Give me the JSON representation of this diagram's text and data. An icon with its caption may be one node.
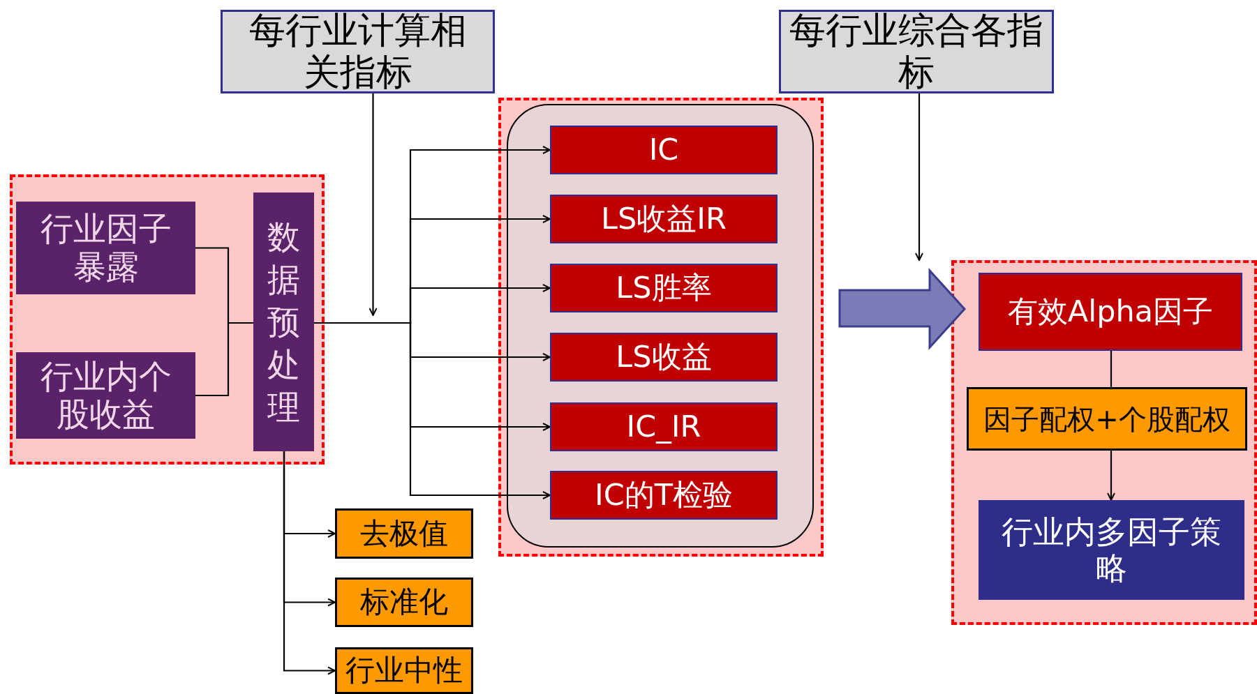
{
  "diagram": {
    "nodes": [
      {
        "text": [
          "每行业计算相关指标"
        ]
      },
      {
        "text": [
          "每行业综合各指标"
        ]
      },
      {
        "text": [],
        "shape": "box"
      },
      {
        "text": [
          "行业因子暴露"
        ],
        "in": 2
      },
      {
        "text": [
          "行业内个股收益"
        ],
        "in": 2
      },
      {
        "text": [
          "数据预处理"
        ],
        "in": 2
      },
      {
        "text": [
          "去极值"
        ]
      },
      {
        "text": [
          "标准化"
        ]
      },
      {
        "text": [
          "行业中性"
        ]
      },
      {
        "text": [],
        "shape": "box"
      },
      {
        "text": [],
        "shape": "box",
        "in": 9
      },
      {
        "text": [
          "IC"
        ],
        "in": 10
      },
      {
        "text": [
          "LS收益IR"
        ],
        "in": 10
      },
      {
        "text": [
          "LS胜率"
        ],
        "in": 10
      },
      {
        "text": [
          "LS收益"
        ],
        "in": 10
      },
      {
        "text": [
          "IC_IR"
        ],
        "in": 10
      },
      {
        "text": [
          "IC的T检验"
        ],
        "in": 10
      },
      {
        "text": [],
        "shape": "box"
      },
      {
        "text": [
          "有效Alpha因子"
        ],
        "in": 17
      },
      {
        "text": [
          "因子配权+个股配权"
        ],
        "in": 17
      },
      {
        "text": [
          "行业内多因子策略"
        ],
        "in": 17
      }
    ],
    "edges": [
      {
        "from": 3,
        "to": 5,
        "arrow": "none"
      },
      {
        "from": 4,
        "to": 5,
        "arrow": "none"
      },
      {
        "from": 5,
        "to": 11,
        "arrow": "to"
      },
      {
        "from": 5,
        "to": 12,
        "arrow": "to"
      },
      {
        "from": 5,
        "to": 13,
        "arrow": "to"
      },
      {
        "from": 5,
        "to": 14,
        "arrow": "to"
      },
      {
        "from": 5,
        "to": 15,
        "arrow": "to"
      },
      {
        "from": 5,
        "to": 16,
        "arrow": "to"
      },
      {
        "from": 0,
        "to": null,
        "arrow": "to"
      },
      {
        "from": 1,
        "to": 17,
        "arrow": "to"
      },
      {
        "from": 5,
        "to": 6,
        "arrow": "to"
      },
      {
        "from": 5,
        "to": 7,
        "arrow": "to"
      },
      {
        "from": 5,
        "to": 8,
        "arrow": "to"
      },
      {
        "from": 18,
        "to": 19,
        "arrow": "none"
      },
      {
        "from": 19,
        "to": 20,
        "arrow": "to"
      },
      {
        "from": 9,
        "to": 17,
        "arrow": "to",
        "style": "thick",
        "color": "#7b7bb8"
      }
    ]
  }
}
